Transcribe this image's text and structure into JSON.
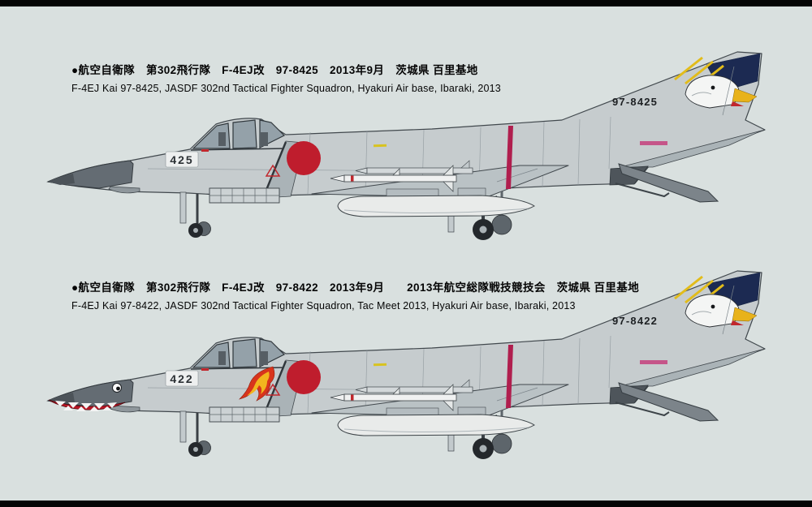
{
  "page": {
    "background": "#d9e0df",
    "edge_border_color": "#050505"
  },
  "colors": {
    "airframe_grey": "#c6ccce",
    "radome_grey": "#646c73",
    "hinomaru_red": "#bf1d2d",
    "fuselage_stripe_red": "#b01e4e",
    "squadron_yellow": "#e2bc1a",
    "emblem_navy": "#1c2a52",
    "shark_mouth_red": "#bb1726",
    "flame_orange": "#d8341c"
  },
  "profiles": [
    {
      "caption_jp": "●航空自衛隊　第302飛行隊　F-4EJ改　97-8425　2013年9月　茨城県 百里基地",
      "caption_en": "F-4EJ Kai  97-8425,   JASDF 302nd Tactical Fighter Squadron, Hyakuri Air base, Ibaraki,  2013",
      "tail_number": "97-8425",
      "nose_number": "425",
      "fin_emblem": "eagle-head",
      "has_shark_mouth": false,
      "has_flame_marking": false
    },
    {
      "caption_jp": "●航空自衛隊　第302飛行隊　F-4EJ改　97-8422　2013年9月　　2013年航空総隊戦技競技会　茨城県 百里基地",
      "caption_en": "F-4EJ Kai  97-8422,  JASDF 302nd Tactical Fighter Squadron, Tac Meet 2013, Hyakuri Air base, Ibaraki,  2013",
      "tail_number": "97-8422",
      "nose_number": "422",
      "fin_emblem": "eagle-head",
      "has_shark_mouth": true,
      "has_flame_marking": true
    }
  ]
}
